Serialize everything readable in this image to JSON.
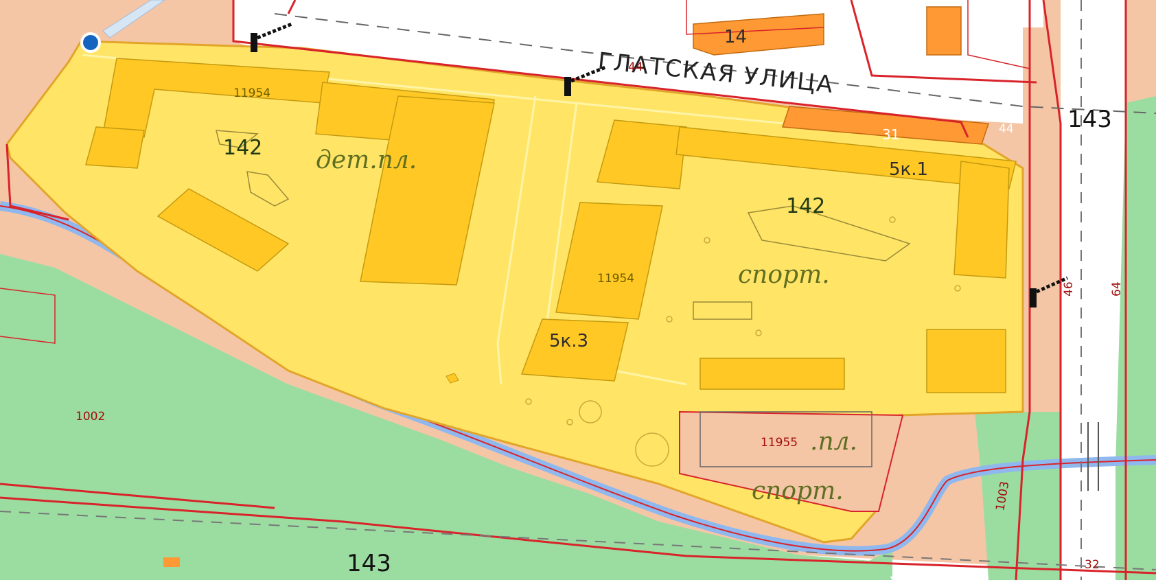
{
  "map": {
    "street_name": "ГЛАТСКАЯ УЛИЦА",
    "road_numbers": {
      "right": "143",
      "bottom": "143"
    },
    "block_numbers": {
      "left": "142",
      "right": "142"
    },
    "house_numbers": {
      "top_building": "14",
      "corner_building": "31",
      "east_building": "5к.1",
      "center_building": "5к.3"
    },
    "area_labels": {
      "kids_playground": "дет.пл.",
      "sport_1": "спорт.",
      "sport_2": "спорт.",
      "playground_partial": ".пл."
    },
    "cadastral_labels": {
      "north": "11954",
      "center": "11954",
      "south": "11955"
    },
    "parcel_labels": {
      "street_44a": "44",
      "street_44b": "44",
      "east_46": "46",
      "east_64": "64",
      "park_1002": "1002",
      "river_1003": "1003",
      "south_32": "32"
    },
    "colors": {
      "selected_area": "#ffe466",
      "residential": "#f5c6a6",
      "park": "#9bdca1",
      "water": "#8fb8ee",
      "building": "#ffc824",
      "building_orange": "#ff9933",
      "boundary": "#d8232a"
    },
    "icons": [
      "location-marker-icon",
      "barrier-icon"
    ]
  }
}
